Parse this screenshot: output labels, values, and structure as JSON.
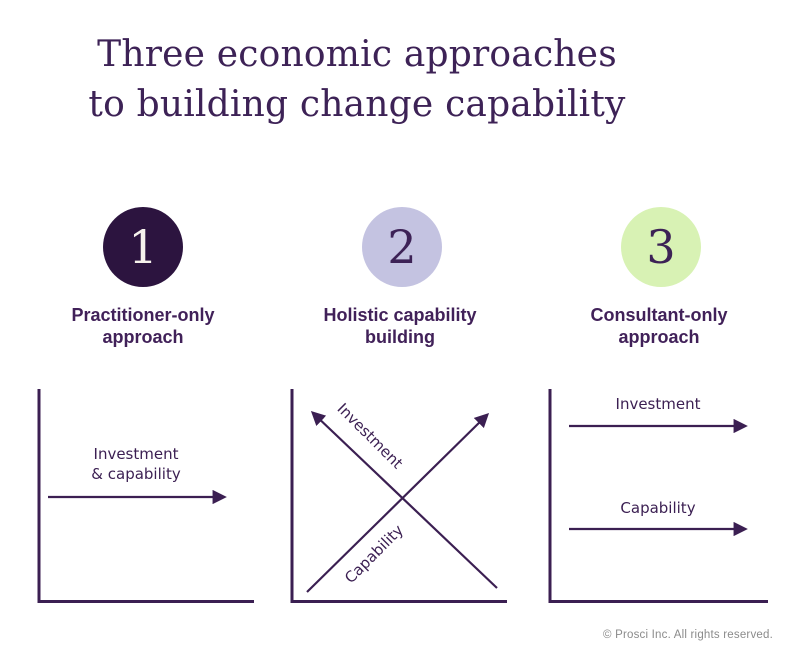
{
  "title": {
    "line1": "Three economic approaches",
    "line2": "to building change capability"
  },
  "approaches": [
    {
      "number": "1",
      "name_line1": "Practitioner-only",
      "name_line2": "approach"
    },
    {
      "number": "2",
      "name_line1": "Holistic capability",
      "name_line2": "building"
    },
    {
      "number": "3",
      "name_line1": "Consultant-only",
      "name_line2": "approach"
    }
  ],
  "diagrams": {
    "practitioner": {
      "arrow_label_line1": "Investment",
      "arrow_label_line2": "& capability"
    },
    "holistic": {
      "descending_label": "Investment",
      "ascending_label": "Capability"
    },
    "consultant": {
      "top_arrow_label": "Investment",
      "bottom_arrow_label": "Capability"
    }
  },
  "footer": {
    "copyright": "© Prosci Inc. All rights reserved."
  },
  "colors": {
    "title_text": "#3d2256",
    "label_text": "#412159",
    "line": "#3b1f52",
    "circle1_fill": "#2c143f",
    "circle1_text": "#f6f2ec",
    "circle2_fill": "#c4c3e1",
    "circle3_fill": "#d8f2b4",
    "footer_text": "#8b8b8b",
    "background": "#ffffff"
  }
}
